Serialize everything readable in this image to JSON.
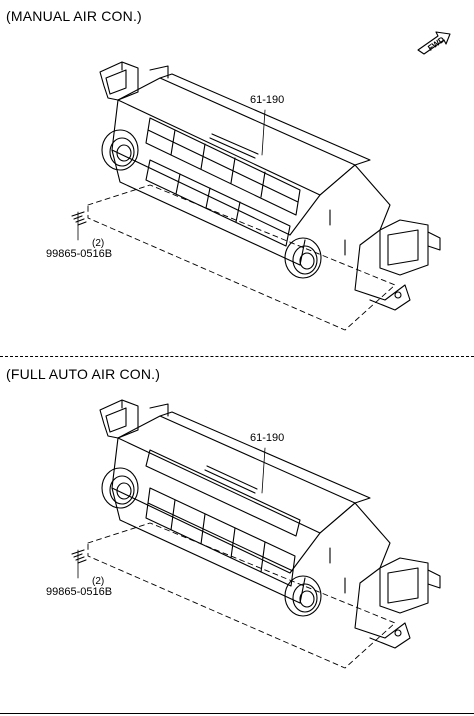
{
  "panels": [
    {
      "title": "(MANUAL AIR CON.)",
      "part_number": "61-190",
      "screw_qty": "(2)",
      "screw_number": "99865-0516B",
      "fwd_label": "FWD"
    },
    {
      "title": "(FULL AUTO AIR CON.)",
      "part_number": "61-190",
      "screw_qty": "(2)",
      "screw_number": "99865-0516B"
    }
  ]
}
